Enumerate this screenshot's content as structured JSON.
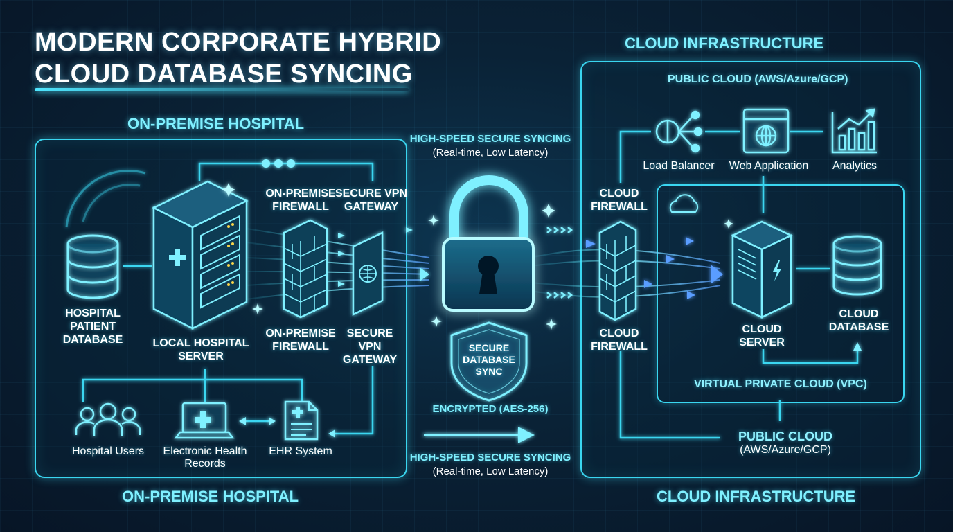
{
  "title": {
    "line1": "MODERN CORPORATE HYBRID",
    "line2": "CLOUD DATABASE SYNCING"
  },
  "on_premise": {
    "heading_top": "ON-PREMISE HOSPITAL",
    "heading_bottom": "ON-PREMISE HOSPITAL",
    "patient_db": [
      "HOSPITAL",
      "PATIENT",
      "DATABASE"
    ],
    "local_server": [
      "LOCAL HOSPITAL",
      "SERVER"
    ],
    "firewall_top": [
      "ON-PREMISE",
      "FIREWALL"
    ],
    "firewall_bottom": [
      "ON-PREMISE",
      "FIREWALL"
    ],
    "vpn_top": [
      "SECURE VPN",
      "GATEWAY"
    ],
    "vpn_bottom": [
      "SECURE",
      "VPN",
      "GATEWAY"
    ],
    "users": "Hospital Users",
    "ehr_records": [
      "Electronic Health",
      "Records"
    ],
    "ehr_system": "EHR System"
  },
  "center": {
    "sync_top_title": "HIGH-SPEED SECURE SYNCING",
    "sync_top_sub": "(Real-time, Low Latency)",
    "shield": [
      "SECURE",
      "DATABASE",
      "SYNC"
    ],
    "encrypted": "ENCRYPTED (AES-256)",
    "sync_bottom_title": "HIGH-SPEED SECURE SYNCING",
    "sync_bottom_sub": "(Real-time, Low Latency)"
  },
  "cloud": {
    "heading_top": "CLOUD INFRASTRUCTURE",
    "heading_bottom": "CLOUD INFRASTRUCTURE",
    "public_cloud_top": "PUBLIC CLOUD (AWS/Azure/GCP)",
    "load_balancer": "Load Balancer",
    "web_application": "Web Application",
    "analytics": "Analytics",
    "firewall_top": [
      "CLOUD",
      "FIREWALL"
    ],
    "firewall_bottom": [
      "CLOUD",
      "FIREWALL"
    ],
    "cloud_server": [
      "CLOUD",
      "SERVER"
    ],
    "cloud_database": [
      "CLOUD",
      "DATABASE"
    ],
    "vpc": "VIRTUAL PRIVATE CLOUD (VPC)",
    "public_cloud_bottom": [
      "PUBLIC CLOUD",
      "(AWS/Azure/GCP)"
    ]
  },
  "colors": {
    "accent": "#3ad6f0",
    "glow": "#7ff0ff",
    "background": "#0a2236",
    "arrow_blue": "#5a9dff"
  }
}
